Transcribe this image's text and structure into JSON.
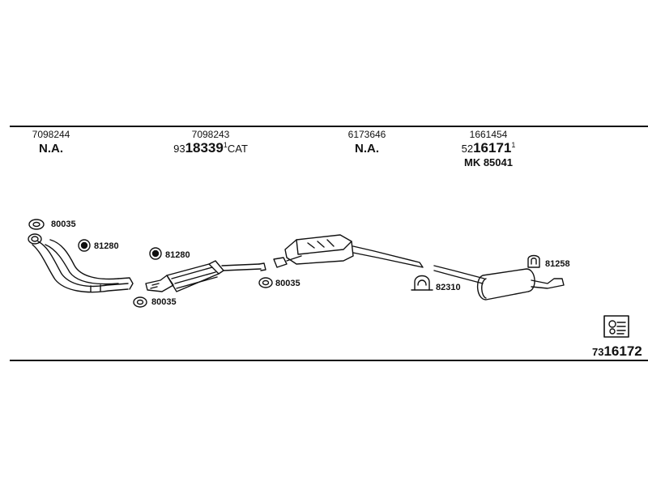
{
  "parts": [
    {
      "number": "7098244",
      "status": "N.A."
    },
    {
      "number": "7098243",
      "code_prefix": "93",
      "code_main": "18339",
      "code_sup": "1",
      "code_suffix": "CAT"
    },
    {
      "number": "6173646",
      "status": "N.A."
    },
    {
      "number": "1661454",
      "code_prefix": "52",
      "code_main": "16171",
      "code_sup": "1",
      "mk": "MK  85041"
    }
  ],
  "fittings": [
    "80035",
    "81280",
    "81280",
    "80035",
    "80035",
    "82310",
    "81258"
  ],
  "document_number": {
    "prefix": "73",
    "main": "16172"
  }
}
